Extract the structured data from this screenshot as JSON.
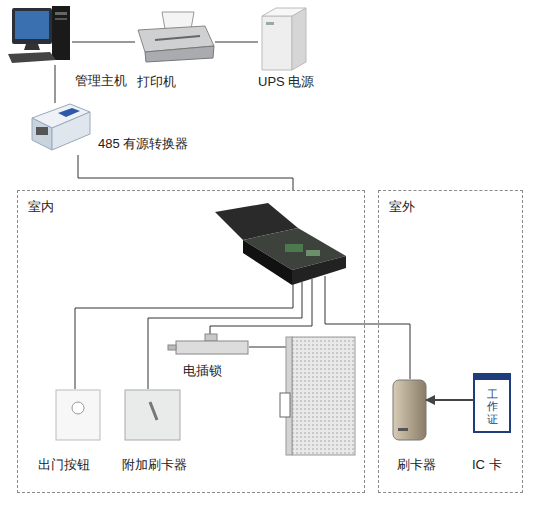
{
  "diagram": {
    "nodes": [
      {
        "text": [
          "管理主机"
        ]
      },
      {
        "text": [
          "打印机"
        ]
      },
      {
        "text": [
          "UPS 电源"
        ]
      },
      {
        "text": [
          "485 有源转换器"
        ]
      },
      {
        "text": [
          "室内"
        ]
      },
      {
        "text": [
          "电插锁"
        ],
        "in": 4
      },
      {
        "text": [
          "出门按钮"
        ],
        "in": 4
      },
      {
        "text": [
          "附加刷卡器"
        ],
        "in": 4
      },
      {
        "text": [
          "室外"
        ]
      },
      {
        "text": [
          "刷卡器"
        ],
        "in": 8
      },
      {
        "text": [
          "工作证",
          "IC 卡"
        ],
        "in": 8
      }
    ],
    "edges": [
      {
        "from": 0,
        "to": 1,
        "arrow": "none"
      },
      {
        "from": 1,
        "to": 2,
        "arrow": "none"
      },
      {
        "from": 0,
        "to": 3,
        "arrow": "none"
      },
      {
        "from": 3,
        "to": 4,
        "arrow": "none"
      },
      {
        "from": 10,
        "to": 9,
        "arrow": "to"
      }
    ]
  }
}
